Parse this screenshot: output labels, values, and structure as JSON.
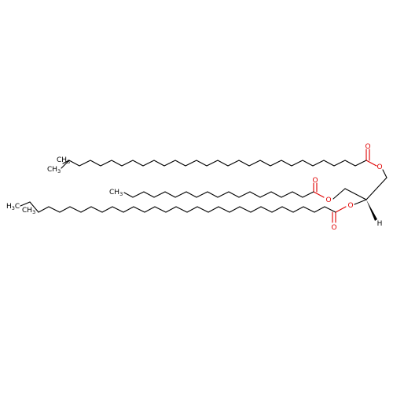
{
  "molecule": {
    "atom_labels": {
      "oxygen": "O",
      "hydrogen": "H",
      "methyl_prefix": "H",
      "methyl_sub": "3",
      "methyl_suffix": "C"
    },
    "colors": {
      "bond": "#000000",
      "heteroatom_oxygen": "#e00000",
      "background": "#ffffff"
    },
    "chains": [
      {
        "position": "top",
        "terminal_label": "CH3",
        "branch_label": "CH3"
      },
      {
        "position": "middle",
        "terminal_label": "CH3"
      },
      {
        "position": "bottom",
        "terminal_label": "H3C",
        "branch_label": "CH3"
      }
    ]
  }
}
